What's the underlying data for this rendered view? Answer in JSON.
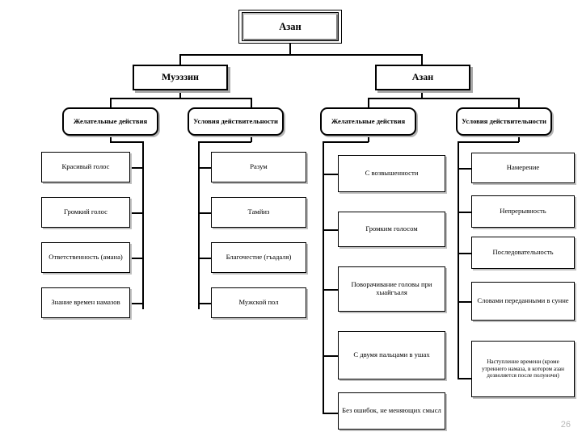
{
  "page": {
    "number": "26",
    "title": "Азан"
  },
  "diagram": {
    "type": "tree",
    "root": {
      "label": "Азан"
    },
    "branches": [
      {
        "id": "muezzin",
        "label": "Муэззин",
        "groups": [
          {
            "id": "muezzin-desirable",
            "label": "Желательные действия",
            "items": [
              {
                "label": "Красивый голос"
              },
              {
                "label": "Громкий голос"
              },
              {
                "label": "Ответственность (амана)"
              },
              {
                "label": "Знание времен намазов"
              }
            ]
          },
          {
            "id": "muezzin-conditions",
            "label": "Условия действительности",
            "items": [
              {
                "label": "Разум"
              },
              {
                "label": "Тамйиз"
              },
              {
                "label": "Благочестие (гъадаля)"
              },
              {
                "label": "Мужской пол"
              }
            ]
          }
        ]
      },
      {
        "id": "azan",
        "label": "Азан",
        "groups": [
          {
            "id": "azan-desirable",
            "label": "Желательные действия",
            "items": [
              {
                "label": "С возвышенности"
              },
              {
                "label": "Громким голосом"
              },
              {
                "label": "Поворачивание головы при хыайгъаля"
              },
              {
                "label": "С двумя пальцами в ушах"
              },
              {
                "label": "Без ошибок, не меняющих смысл"
              }
            ]
          },
          {
            "id": "azan-conditions",
            "label": "Условия действительности",
            "items": [
              {
                "label": "Намерение"
              },
              {
                "label": "Непрерывность"
              },
              {
                "label": "Последовательность"
              },
              {
                "label": "Словами переданными в сунне"
              },
              {
                "label": "Наступление времени (кроме утреннего намаза, в котором азан дозволяется после полуночи)"
              }
            ]
          }
        ]
      }
    ]
  },
  "colors": {
    "line": "#000000",
    "box_fill": "#ffffff",
    "shadow": "#b5b5b5",
    "page_number": "#b9b9b9"
  }
}
